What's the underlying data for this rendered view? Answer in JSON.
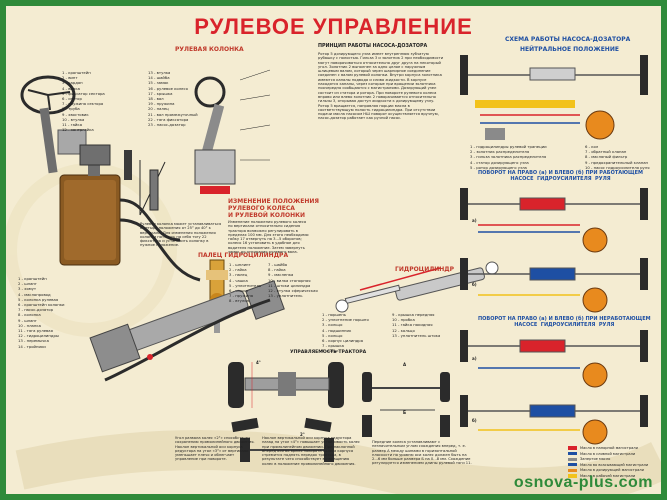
{
  "title": "РУЛЕВОЕ УПРАВЛЕНИЕ",
  "website": "osnova-plus.com",
  "headers": {
    "column": "РУЛЕВАЯ КОЛОНКА",
    "position_change": "ИЗМЕНЕНИЕ ПОЛОЖЕНИЯ\nРУЛЕВОГО КОЛЕСА\nИ РУЛЕВОЙ КОЛОНКИ",
    "pump_principle": "ПРИНЦИП РАБОТЫ НАСОСА-ДОЗАТОРА",
    "cylinder_finger": "ПАЛЕЦ ГИДРОЦИЛИНДРА",
    "cylinder": "ГИДРОЦИЛИНДР",
    "tractor_steer": "УПРАВЛЯЕМОСТЬ ТРАКТОРА",
    "scheme": "СХЕМА РАБОТЫ НАСОСА-ДОЗАТОРА",
    "neutral": "НЕЙТРАЛЬНОЕ ПОЛОЖЕНИЕ",
    "turn_working": "ПОВОРОТ НА ПРАВО (а) И ВЛЕВО (б) ПРИ РАБОТАЮЩЕМ\nНАСОСЕ  ГИДРОУСИЛИТЕЛЯ  РУЛЯ",
    "turn_not_working": "ПОВОРОТ НА ПРАВО (а) И ВЛЕВО (б) ПРИ НЕРАБОТАЮЩЕМ\nНАСОСЕ  ГИДРОУСИЛИТЕЛЯ  РУЛЯ"
  },
  "column_parts_left": [
    "1 - кронштейн",
    "2 - винт",
    "3 - кардан",
    "4 - вилка",
    "5 - фиксатор сектора",
    "6 - сектор",
    "7 - пружина сектора",
    "8 - труба",
    "9 - хвостовик",
    "10 - втулка",
    "11 - гайка",
    "12 - контргайка"
  ],
  "column_parts_right": [
    "13 - втулка",
    "14 - шайба",
    "15 - замок",
    "16 - рулевое колесо",
    "17 - крышка",
    "18 - вал",
    "19 - пружина",
    "20 - палец",
    "21 - вал промежуточный",
    "22 - тяга фиксатора",
    "23 - насос-дозатор"
  ],
  "column_note": "Рулевая колонка может устанавливаться в четыре положения от 25° до 40° к вертикали. Для изменения положения колонки потянуть на себя тягу 22 фиксатора и установить колонку в нужное положение.",
  "position_note": "Изменение положения рулевого колеса по вертикали относительно сидения трактора возможно регулировать в пределах 100 мм. Для этого необходимо: гайку 17 отвернуть на 3...5 оборотов; колесо 16 установить в удобное для водителя положение. Затем завернуть замок до отпирания рулевого вала.",
  "pump_text": "Ротор 5 дозирующего узла имеет внутреннюю зубчатую рубашку с полостью. Гильза 3 и золотник 2 при необходимости могут поворачиваться относительно друг друга на некоторый угол. Золотник 2 выполнен за одно целое с наружным шлицевым валом, который через шарнирное соединение соединен с валом рулевой колонки. Внутри корпуса золотника имеются каналы подвода и слива жидкости. В корпусе находятся каналы, через которые при вращении золотника поочередно сообщаются с магистралями. Дозирующий узел состоит из статора и ротора. При повороте рулевого колеса вправо или влево золотник 2 поворачивается относительно гильзы 3, открывая доступ жидкости к дозирующему узлу. Ротор 5 вращается, направляя порции масла в соответствующую полость гидроцилиндра. При отсутствии подачи масла насосом НШ поворот осуществляется вручную, насос-дозатор работает как ручной насос.",
  "cylinder_finger_parts": [
    "1 - шплинт",
    "2 - гайка",
    "3 - палец",
    "4 - чашка",
    "5 - уплотнитель",
    "6 - чашка",
    "7 - пружина",
    "8 - втулка"
  ],
  "cylinder_finger_parts2": [
    "7 - шайба",
    "8 - гайка",
    "9 - масленка",
    "10 - вилка стопорная",
    "11 - штоки цилиндра",
    "12 - втулка сферическая",
    "13 - уплотнитель"
  ],
  "cylinder_parts": [
    "1 - поршень",
    "2 - уплотнение поршня",
    "3 - кольцо",
    "4 - подшипник",
    "5 - кольцо",
    "6 - корпус цилиндра",
    "7 - крышка",
    "8 - шток"
  ],
  "cylinder_parts2": [
    "9 - крышка передняя",
    "10 - пробка",
    "11 - гайка накидная",
    "12 - кольцо",
    "13 - уплотнитель штока"
  ],
  "bottom_parts": [
    "1 - кронштейн",
    "2 - шланг",
    "3 - хомут",
    "4 - маслопровод",
    "5 - колонка рулевая",
    "6 - кронштейн колонки",
    "7 - насос-дозатор",
    "8 - колонка",
    "9 - шланг",
    "10 - планка",
    "11 - тяга рулевая",
    "12 - гидроцилиндры",
    "13 - перемычка",
    "14 - тройники"
  ],
  "scheme_legend": [
    "1 - гидроцилиндры рулевой трапеции",
    "2 - золотник распределителя",
    "3 - гильза золотника распределителя",
    "4 - статор дозирующего узла",
    "5 - ротор дозирующего узла"
  ],
  "scheme_legend2": [
    "6 - кол",
    "7 - обратный клапан",
    "8 - масляный фильтр",
    "9 - предохранительный клапан",
    "10 - насос гидроусилителя руля"
  ],
  "bottom_notes": {
    "left": "Угол развала колес «2°» способствует сохранению прямолинейного движения. Наклон вертикальной оси корпуса редуктора на угол «3°» от вертикали уменьшает плечо и облегчает управление при повороте.",
    "middle": "Наклон вертикальной оси корпуса редуктора назад на угол «4°» повышает устойчивость колес при прямолинейном движении. При наклонной вперед оси во время поворота колеса корпуса стремится поднять передок трактора, в результате чего способствует возвращению колес в положение прямолинейного движения.",
    "right": "Передние колеса устанавливают с незначительным углом схождения вперед, т. е. размер А между шинами в горизонтальной плоскости по уровню оси колес должен быть на 2...6 мм больше размера Б на 0...8 мм. Схождение регулируется изменением длины рулевой тяги 11."
  },
  "flow_legend": [
    {
      "label": "Масло в напорной магистрали",
      "color": "#d9232b"
    },
    {
      "label": "Масло в сливной магистрали",
      "color": "#1e4fa3"
    },
    {
      "label": "Запертое масло",
      "color": "#8a8a8a"
    },
    {
      "label": "Масло во всасывающей магистрали",
      "color": "#1e4fa3"
    },
    {
      "label": "Масло в дозирующей магистрали",
      "color": "#e88a1e"
    },
    {
      "label": "Масло в рабочей магистрали",
      "color": "#f2c21b"
    }
  ],
  "labels": {
    "a": "а)",
    "b": "б)",
    "A": "А",
    "B": "Б",
    "angle1": "4°",
    "angle2": "2°"
  }
}
